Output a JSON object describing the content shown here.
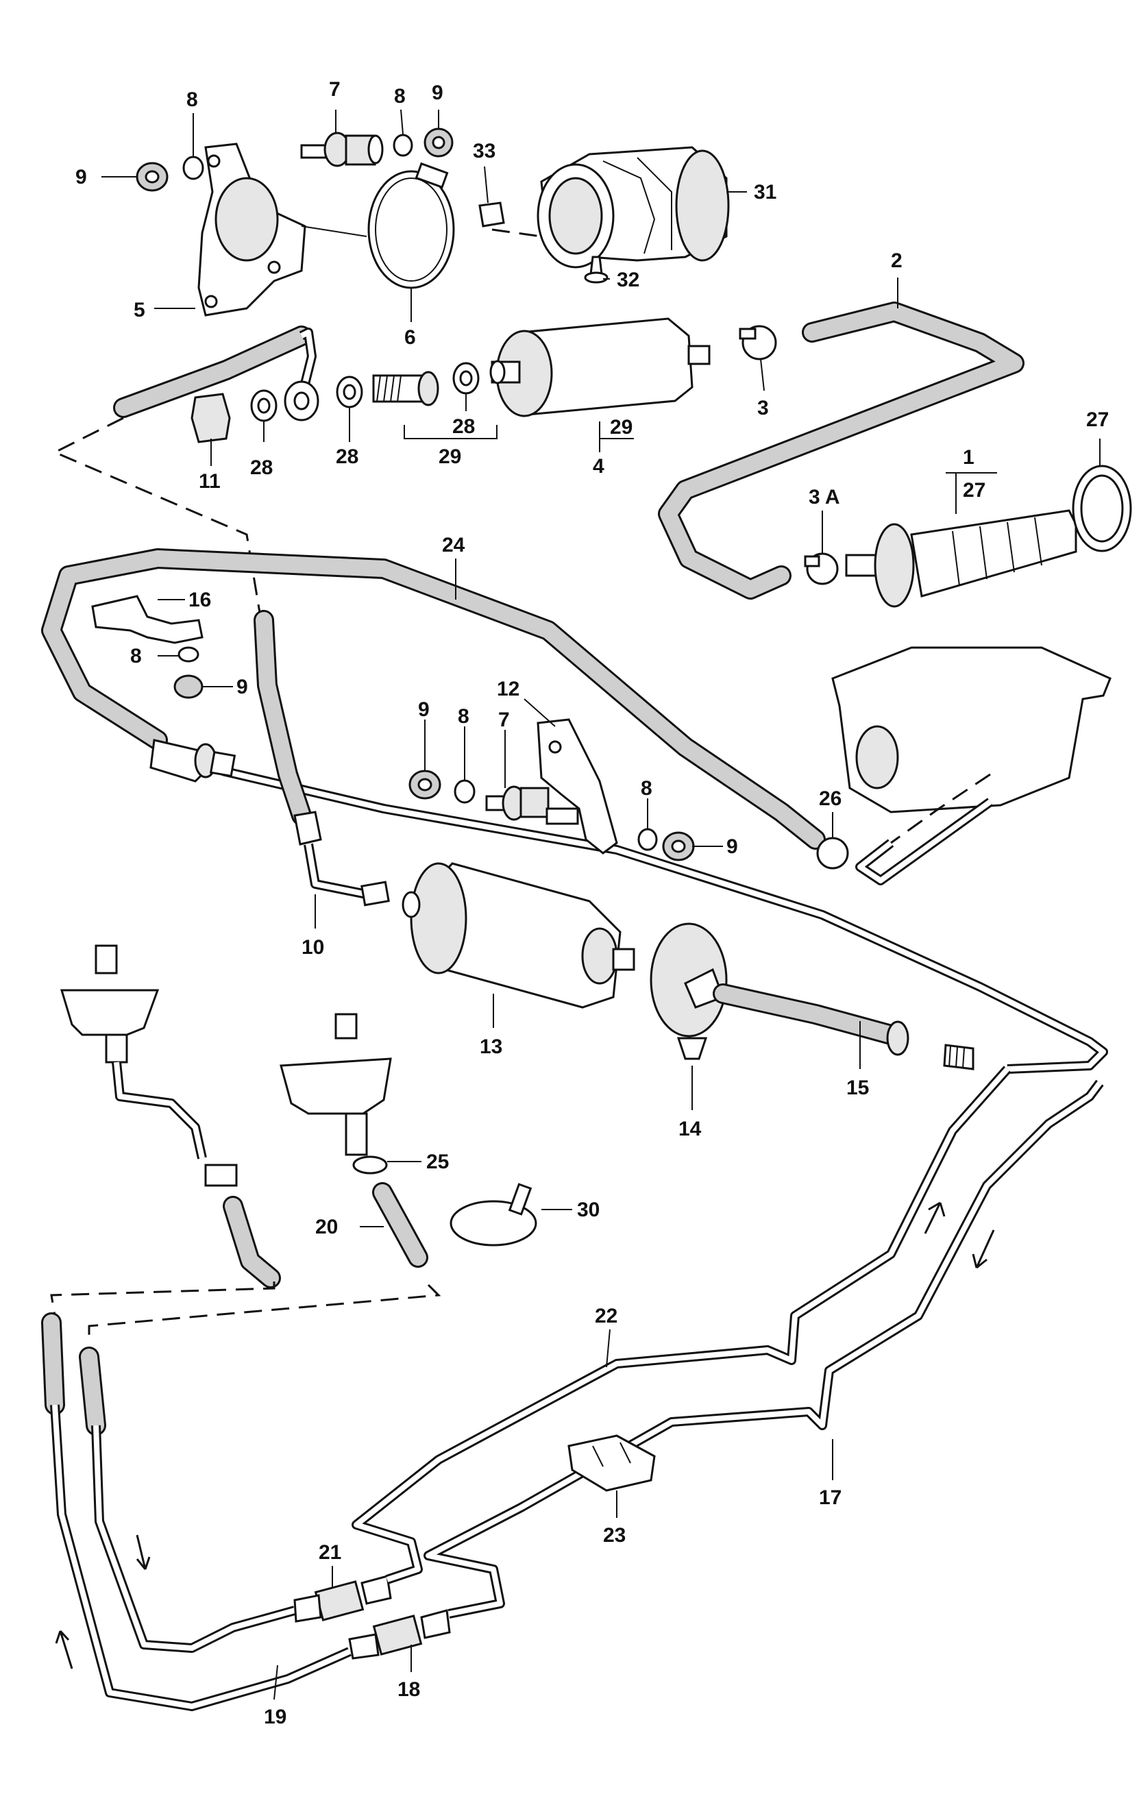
{
  "callouts": [
    {
      "id": "c8a",
      "text": "8"
    },
    {
      "id": "c7a",
      "text": "7"
    },
    {
      "id": "c8b",
      "text": "8"
    },
    {
      "id": "c9a",
      "text": "9"
    },
    {
      "id": "c33",
      "text": "33"
    },
    {
      "id": "c9b",
      "text": "9"
    },
    {
      "id": "c31",
      "text": "31"
    },
    {
      "id": "c32",
      "text": "32"
    },
    {
      "id": "c5",
      "text": "5"
    },
    {
      "id": "c6",
      "text": "6"
    },
    {
      "id": "c2",
      "text": "2"
    },
    {
      "id": "c3",
      "text": "3"
    },
    {
      "id": "c11",
      "text": "11"
    },
    {
      "id": "c28a",
      "text": "28"
    },
    {
      "id": "c28b",
      "text": "28"
    },
    {
      "id": "c28c",
      "text": "28"
    },
    {
      "id": "c29a",
      "text": "29"
    },
    {
      "id": "c29b",
      "text": "29"
    },
    {
      "id": "c4",
      "text": "4"
    },
    {
      "id": "c27a",
      "text": "27"
    },
    {
      "id": "c1",
      "text": "1"
    },
    {
      "id": "c27b",
      "text": "27"
    },
    {
      "id": "c3A",
      "text": "3 A"
    },
    {
      "id": "c24",
      "text": "24"
    },
    {
      "id": "c16",
      "text": "16"
    },
    {
      "id": "c8c",
      "text": "8"
    },
    {
      "id": "c9c",
      "text": "9"
    },
    {
      "id": "c12",
      "text": "12"
    },
    {
      "id": "c9d",
      "text": "9"
    },
    {
      "id": "c8d",
      "text": "8"
    },
    {
      "id": "c7b",
      "text": "7"
    },
    {
      "id": "c8e",
      "text": "8"
    },
    {
      "id": "c9e",
      "text": "9"
    },
    {
      "id": "c26",
      "text": "26"
    },
    {
      "id": "c10",
      "text": "10"
    },
    {
      "id": "c13",
      "text": "13"
    },
    {
      "id": "c14",
      "text": "14"
    },
    {
      "id": "c15",
      "text": "15"
    },
    {
      "id": "c25",
      "text": "25"
    },
    {
      "id": "c20",
      "text": "20"
    },
    {
      "id": "c30",
      "text": "30"
    },
    {
      "id": "c22",
      "text": "22"
    },
    {
      "id": "c17",
      "text": "17"
    },
    {
      "id": "c23",
      "text": "23"
    },
    {
      "id": "c21",
      "text": "21"
    },
    {
      "id": "c18",
      "text": "18"
    },
    {
      "id": "c19",
      "text": "19"
    }
  ]
}
